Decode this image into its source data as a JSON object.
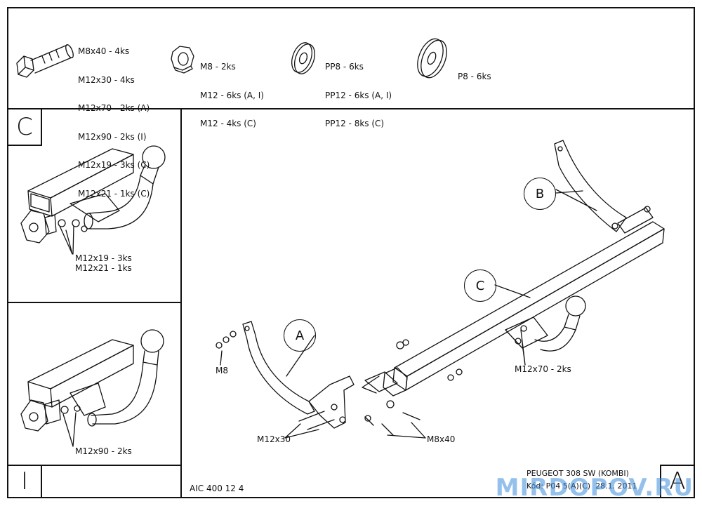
{
  "parts": {
    "bolts": [
      "M8x40 - 4ks",
      "M12x30 - 4ks",
      "M12x70 - 2ks (A)",
      "M12x90 - 2ks (I)",
      "M12x19 - 3ks (C)",
      "M12x21 - 1ks (C)"
    ],
    "nuts": [
      "M8 - 2ks",
      "M12 - 6ks (A, I)",
      "M12 - 4ks (C)"
    ],
    "washers_pp": [
      "PP8 - 6ks",
      "PP12 - 6ks (A, I)",
      "PP12 - 8ks (C)"
    ],
    "washers_p": [
      "P8 - 6ks"
    ]
  },
  "panels": {
    "c_letter": "C",
    "c_labels": [
      "M12x19 - 3ks",
      "M12x21 - 1ks"
    ],
    "i_letter": "I",
    "i_label": "M12x90 - 2ks",
    "a_letter": "A"
  },
  "main": {
    "callout_b": "B",
    "callout_c": "C",
    "callout_a": "A",
    "label_m8": "M8",
    "label_m12x30": "M12x30",
    "label_m8x40": "M8x40",
    "label_m12x70": "M12x70 - 2ks"
  },
  "footer": {
    "code": "AIC 400 12 4",
    "vehicle": "PEUGEOT 308 SW (KOMBI)",
    "kod": "Kód: P04 5(A)(C)  28.1. 2011",
    "watermark": "MIRDOPOV.RU"
  }
}
